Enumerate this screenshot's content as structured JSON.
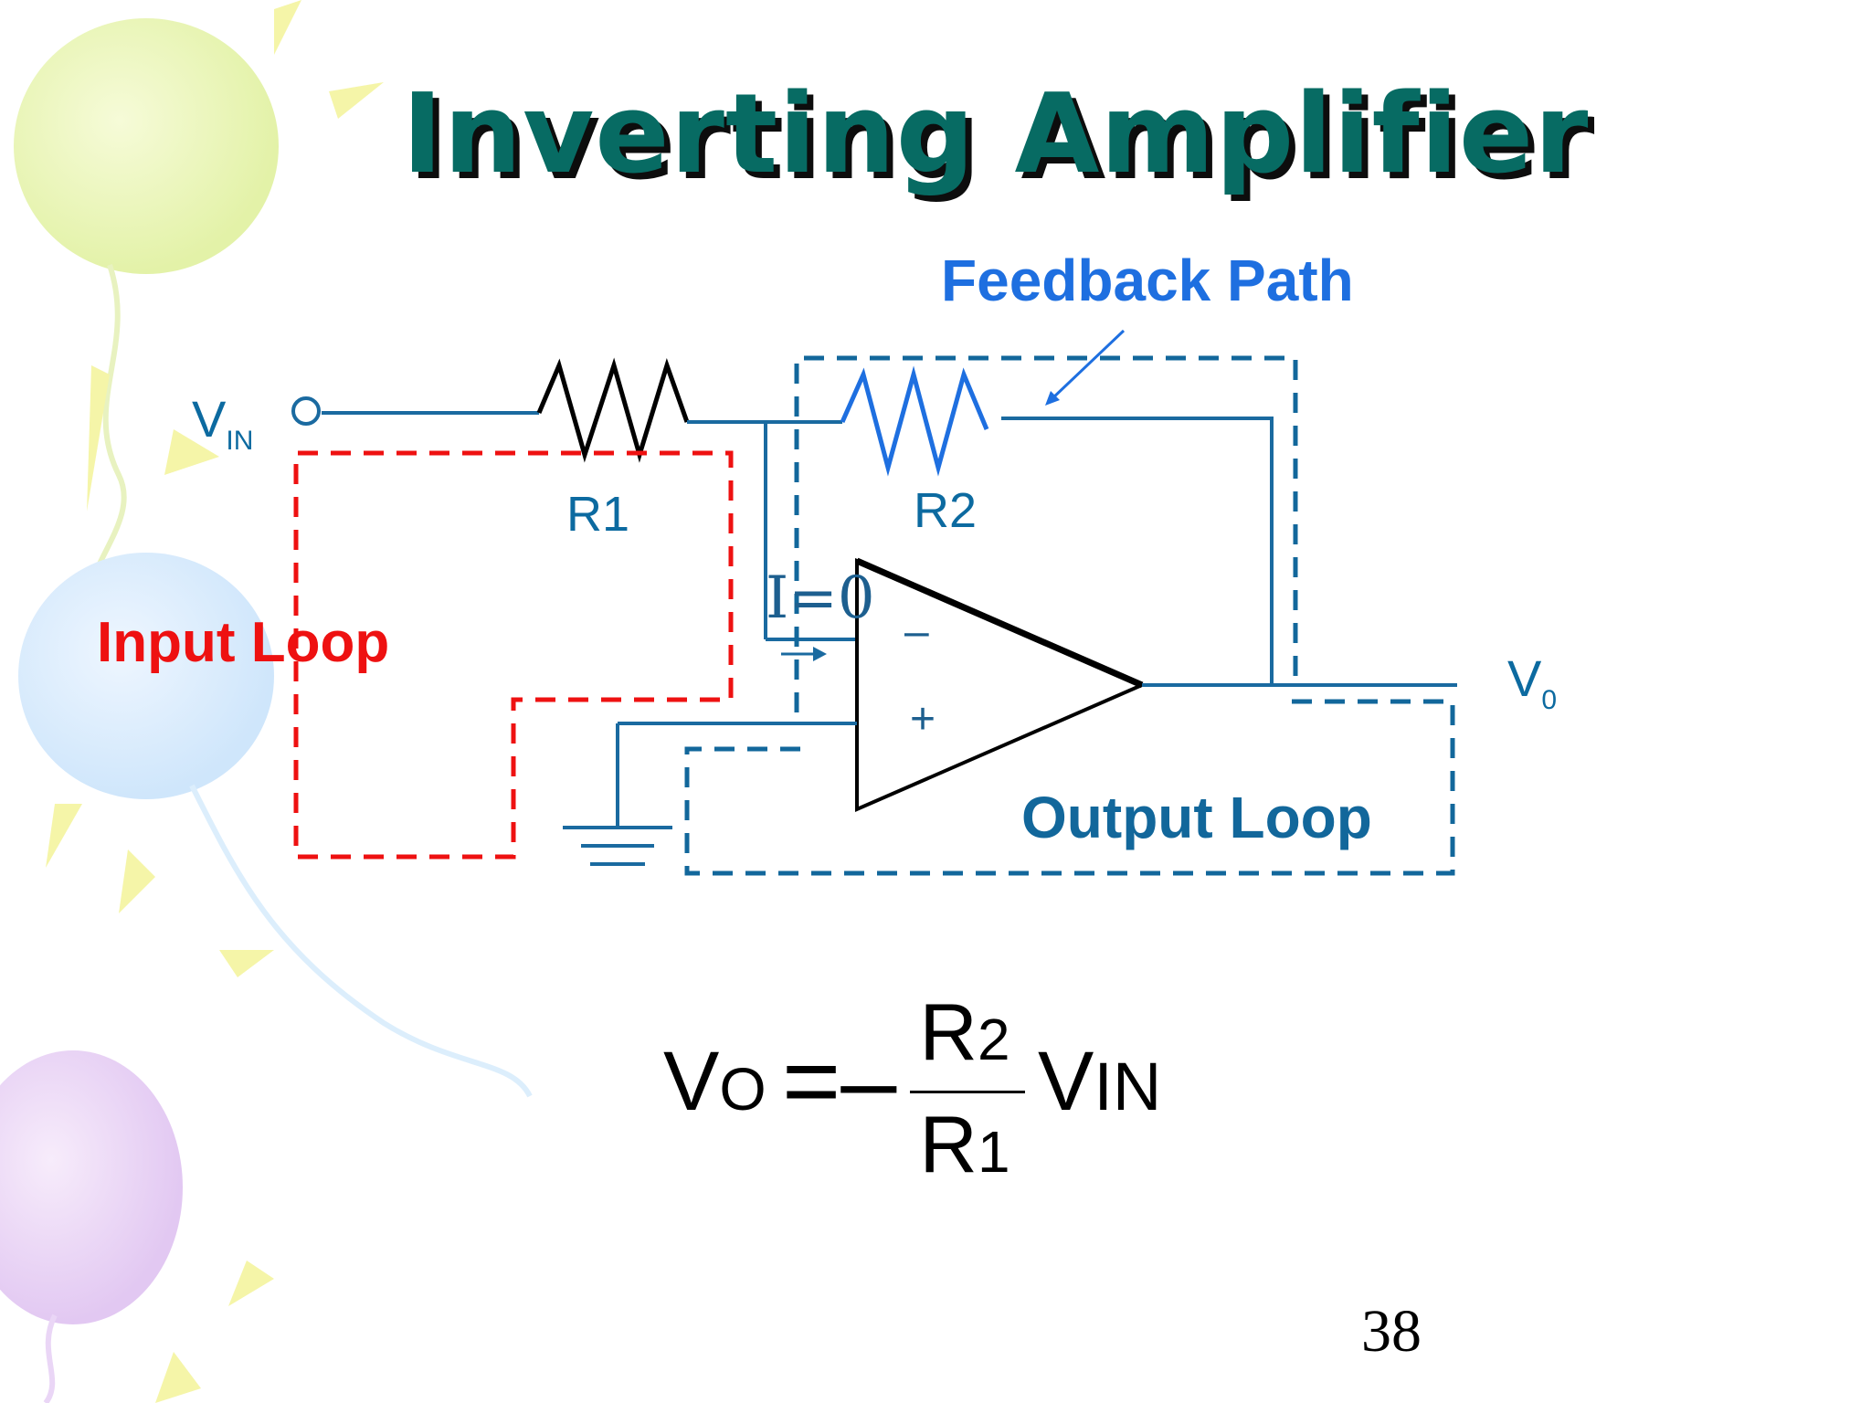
{
  "slide": {
    "title": "Inverting Amplifier",
    "page_number": "38"
  },
  "labels": {
    "feedback_path": "Feedback Path",
    "input_loop": "Input Loop",
    "output_loop": "Output Loop",
    "r1": "R1",
    "r2": "R2",
    "vin_main": "V",
    "vin_sub": "IN",
    "vout_main": "V",
    "vout_sub": "0",
    "current": "I=0",
    "minus": "–",
    "plus": "+"
  },
  "formula": {
    "lhs_main": "V",
    "lhs_sub": "O",
    "equals": "=–",
    "num_main": "R",
    "num_sub": "2",
    "den_main": "R",
    "den_sub": "1",
    "rhs_main": "V",
    "rhs_sub": "IN"
  },
  "colors": {
    "title": "#076b63",
    "wire": "#1a6aa0",
    "input_loop": "#ee1111",
    "output_loop": "#12679b",
    "feedback_label": "#1e6fe0",
    "r2": "#1e6fe0"
  }
}
